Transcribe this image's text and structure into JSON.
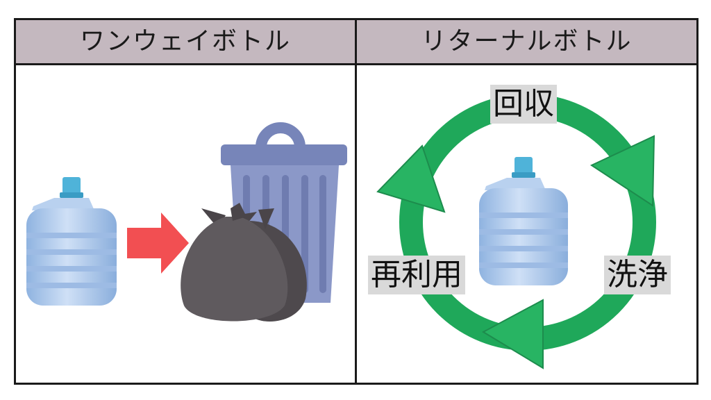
{
  "columns": [
    {
      "title": "ワンウェイボトル"
    },
    {
      "title": "リターナルボトル"
    }
  ],
  "cycle": {
    "labels": {
      "top": "回収",
      "right": "洗浄",
      "left": "再利用"
    }
  },
  "colors": {
    "header_bg": "#c4b8bf",
    "cycle_green": "#1fa85a",
    "arrow_red": "#f24f52",
    "bag": "#5f5a5e",
    "trash_can": "#7785b9",
    "bottle": "#a9c6ea",
    "bottle_cap": "#4fb3d9"
  }
}
